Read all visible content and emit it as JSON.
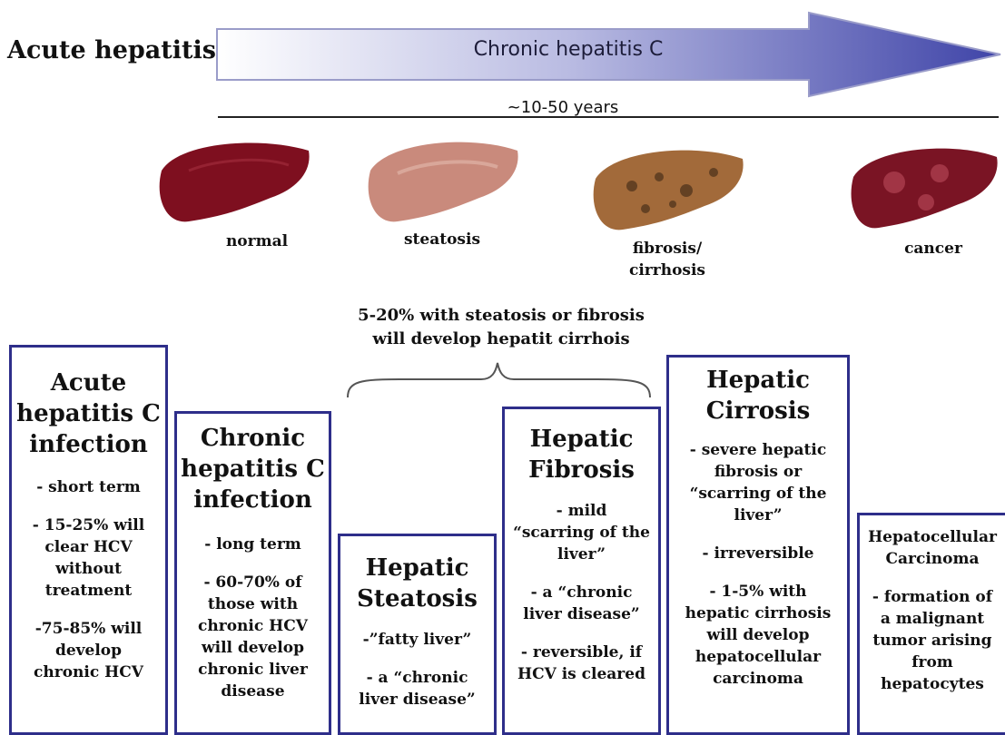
{
  "header": {
    "acute_title": "Acute hepatitis C",
    "chronic_arrow_label": "Chronic hepatitis C",
    "timeline_label": "~10-50 years"
  },
  "livers": [
    {
      "label": "normal",
      "color": "#7e0f1f"
    },
    {
      "label": "steatosis",
      "color": "#c98a7c"
    },
    {
      "label": "fibrosis/\ncirrhosis",
      "color": "#a26a3a"
    },
    {
      "label": "cancer",
      "color": "#7a1424"
    }
  ],
  "brace_note": "5-20% with steatosis or fibrosis\nwill develop hepatit cirrhois",
  "boxes": [
    {
      "title": "Acute\nhepatitis C\ninfection",
      "items": [
        "- short term",
        "- 15-25% will\nclear HCV\nwithout\ntreatment",
        "-75-85% will\ndevelop\nchronic HCV"
      ]
    },
    {
      "title": "Chronic\nhepatitis C\ninfection",
      "items": [
        "- long term",
        "- 60-70% of\nthose with\nchronic HCV\nwill develop\nchronic liver\ndisease"
      ]
    },
    {
      "title": "Hepatic\nSteatosis",
      "items": [
        "-”fatty liver”",
        "- a “chronic\nliver disease”"
      ]
    },
    {
      "title": "Hepatic\nFibrosis",
      "items": [
        "- mild\n“scarring of the\nliver”",
        "- a “chronic\nliver disease”",
        "- reversible, if\nHCV is cleared"
      ]
    },
    {
      "title": "Hepatic\nCirrosis",
      "items": [
        "- severe hepatic\nfibrosis or\n“scarring of the\nliver”",
        "- irreversible",
        "- 1-5% with\nhepatic cirrhosis\nwill develop\nhepatocellular\ncarcinoma"
      ]
    },
    {
      "title": "Hepatocellular\nCarcinoma",
      "items": [
        "- formation of\na malignant\ntumor arising\nfrom\nhepatocytes"
      ]
    }
  ],
  "colors": {
    "box_border": "#2e2e8a",
    "arrow_start": "#ffffff",
    "arrow_end": "#3f44a8"
  }
}
